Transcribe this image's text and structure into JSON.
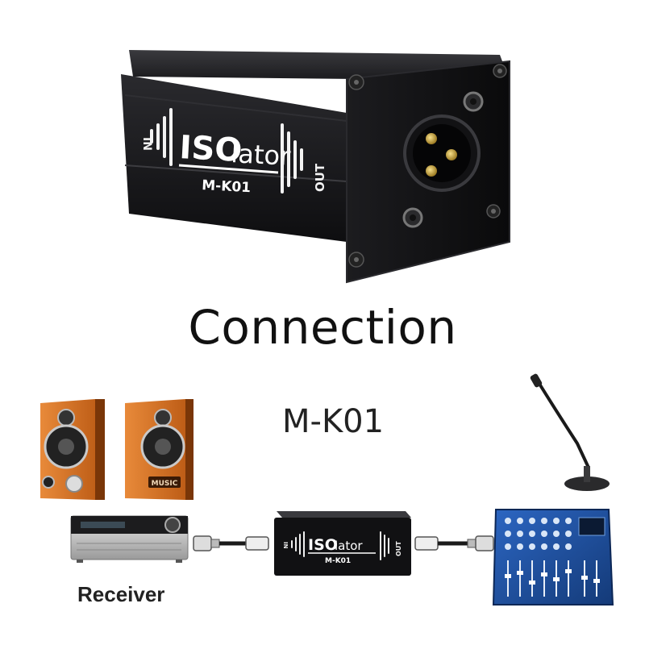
{
  "product": {
    "brand_prefix": "ISO",
    "brand_suffix": "lator",
    "model": "M-K01",
    "label_in": "IN",
    "label_out": "OUT"
  },
  "heading": "Connection",
  "diagram": {
    "model_label": "M-K01",
    "receiver_label": "Receiver",
    "speaker_badge": "MUSIC"
  },
  "colors": {
    "box_body": "#17171a",
    "speaker_wood": "#d46a1e",
    "mixer_blue": "#1d4f9c",
    "connector_gold": "#c8a23a"
  }
}
